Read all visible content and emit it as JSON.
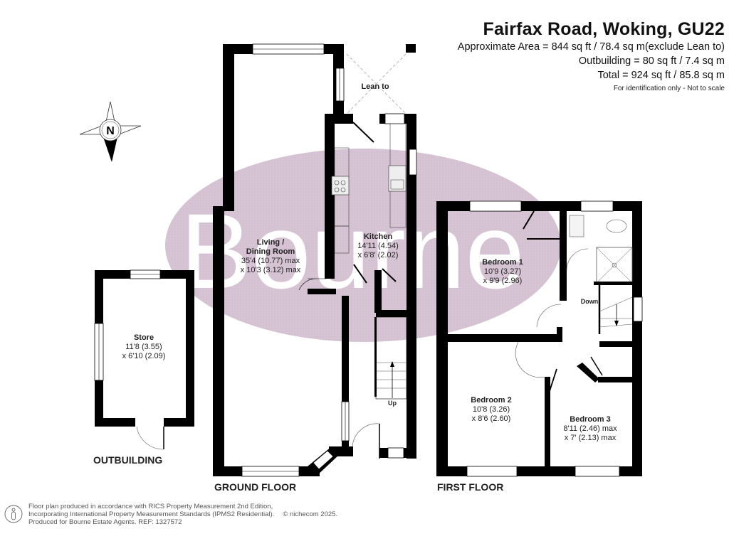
{
  "header": {
    "title": "Fairfax Road, Woking, GU22",
    "area_lines": [
      "Approximate Area = 844 sq ft / 78.4 sq m(exclude Lean to)",
      "Outbuilding = 80 sq ft / 7.4 sq m",
      "Total = 924 sq ft / 85.8 sq m"
    ],
    "disclaimer": "For identification only - Not to scale"
  },
  "compass": {
    "icon": "north-arrow-compass",
    "label": "N"
  },
  "watermark": {
    "text": "Bourne",
    "color": "#d9c6d6"
  },
  "floors": {
    "ground": {
      "label": "GROUND FLOOR",
      "rooms": [
        {
          "name": "Living /",
          "name2": "Dining Room",
          "dim1": "35'4 (10.77) max",
          "dim2": "x 10'3 (3.12) max"
        },
        {
          "name": "Kitchen",
          "dim1": "14'11 (4.54)",
          "dim2": "x 6'8' (2.02)"
        }
      ],
      "annotations": {
        "lean_to": "Lean to",
        "stairs": "Up"
      }
    },
    "first": {
      "label": "FIRST FLOOR",
      "rooms": [
        {
          "name": "Bedroom 1",
          "dim1": "10'9 (3.27)",
          "dim2": "x 9'9 (2.96)"
        },
        {
          "name": "Bedroom 2",
          "dim1": "10'8 (3.26)",
          "dim2": "x 8'6 (2.60)"
        },
        {
          "name": "Bedroom 3",
          "dim1": "8'11 (2.46) max",
          "dim2": "x 7' (2.13) max"
        }
      ],
      "annotations": {
        "stairs": "Down"
      }
    },
    "outbuilding": {
      "label": "OUTBUILDING",
      "rooms": [
        {
          "name": "Store",
          "dim1": "11'8 (3.55)",
          "dim2": "x 6'10 (2.09)"
        }
      ]
    }
  },
  "footer": {
    "icon": "person-info-icon",
    "lines": [
      "Floor plan produced in accordance with RICS Property Measurement 2nd Edition,",
      "Incorporating International Property Measurement Standards (IPMS2 Residential).",
      "Produced for Bourne Estate Agents.   REF:  1327572"
    ],
    "copyright": "© nichecom 2025."
  }
}
